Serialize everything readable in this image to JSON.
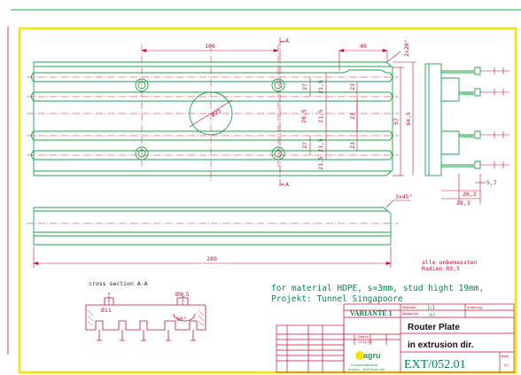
{
  "colors": {
    "frame": "#f2e600",
    "outline": "#1ea34a",
    "dimension": "#c8102e",
    "title_text": "#008a4a",
    "header_rule": "#1ea34a"
  },
  "plan_view": {
    "section_marker_top": "A",
    "section_marker_bottom": "A",
    "dim_hole_spacing": "106",
    "dim_right_offset": "40",
    "dim_chamfer_top": "2x20°",
    "dim_hole_diameter": "Ø35",
    "dim_groove_1": "27",
    "dim_groove_2": "27",
    "dim_web_1": "21,5",
    "dim_web_2": "21,5",
    "dim_web_3": "21,5",
    "dim_web_4": "21,5",
    "dim_center_pitch": "26,5",
    "dim_spacing_1": "23",
    "dim_spacing_2": "23",
    "dim_spacing_3": "23",
    "dim_inner_height": "57",
    "dim_overall_height": "94,5"
  },
  "end_view": {
    "dim_a": "20,2",
    "dim_b": "28,3",
    "dim_c": "5,7"
  },
  "side_view": {
    "dim_length": "280",
    "dim_chamfer": "3x45°"
  },
  "notes": {
    "radius_line1": "alle unbemassten",
    "radius_line2": "Radien R0,5",
    "material_line1": "for material HDPE, s=3mm, stud hight 19mm,",
    "material_line2": "Projekt: Tunnel Singapoore"
  },
  "cross_section": {
    "title": "cross section A-A",
    "dim_top": "Ø5,5",
    "dim_small": "Ø11",
    "dim_angle": "90°"
  },
  "title_block": {
    "variant": "VARIANTE 1",
    "scale_label": "Maßstab",
    "scale_value": "1:1",
    "format_label": "Blattgröße",
    "format_value": "A1",
    "date_label": "Datum",
    "date_value": "13.12.96",
    "logo_text": "agru",
    "company_line1": "Kunststofftechnik",
    "company_line2": "Austria - 4540 Bad Hall",
    "title_line1": "Router Plate",
    "title_line2": "in extrusion dir.",
    "drawing_number": "EXT/052.01",
    "sheet_label": "Blatt",
    "sheet_value": "1/1",
    "revisions_header": "Änderung"
  }
}
